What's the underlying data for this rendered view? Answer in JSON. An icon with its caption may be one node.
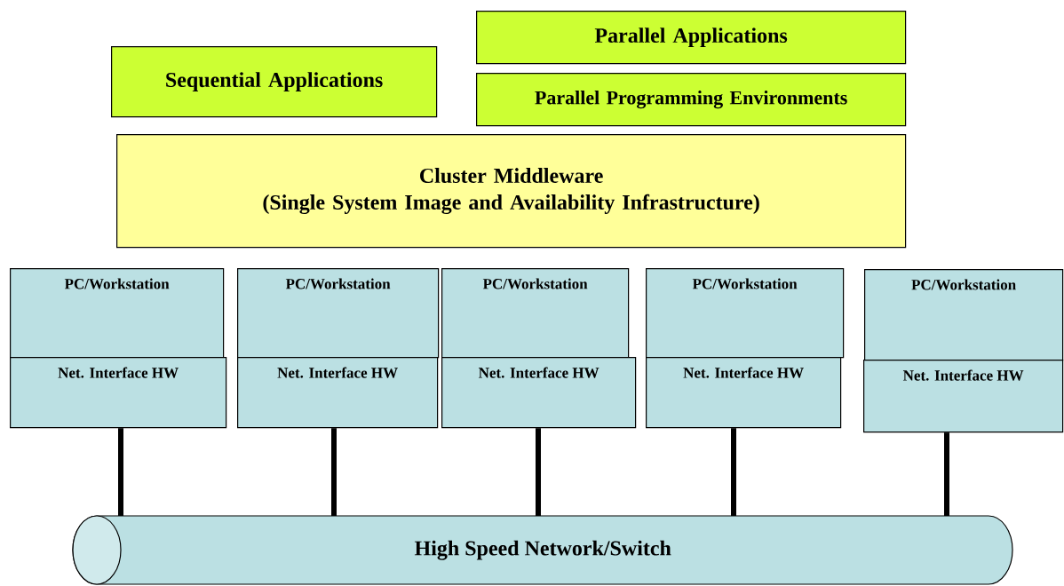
{
  "diagram": {
    "nodes": [
      {
        "text": [
          "Sequential Applications"
        ]
      },
      {
        "text": [
          "Parallel Applications"
        ]
      },
      {
        "text": [
          "Parallel Programming Environments"
        ]
      },
      {
        "text": [
          "Cluster Middleware",
          "(Single System Image and Availability Infrastructure)"
        ]
      },
      {
        "text": [
          "PC/Workstation"
        ]
      },
      {
        "text": [
          "Net. Interface HW"
        ]
      },
      {
        "text": [
          "PC/Workstation"
        ]
      },
      {
        "text": [
          "Net. Interface HW"
        ]
      },
      {
        "text": [
          "PC/Workstation"
        ]
      },
      {
        "text": [
          "Net. Interface HW"
        ]
      },
      {
        "text": [
          "PC/Workstation"
        ]
      },
      {
        "text": [
          "Net. Interface HW"
        ]
      },
      {
        "text": [
          "PC/Workstation"
        ]
      },
      {
        "text": [
          "Net. Interface HW"
        ]
      },
      {
        "text": [
          "High Speed Network/Switch"
        ]
      }
    ],
    "edges": [
      {
        "from": 5,
        "to": 14,
        "arrow": "none"
      },
      {
        "from": 7,
        "to": 14,
        "arrow": "none"
      },
      {
        "from": 9,
        "to": 14,
        "arrow": "none"
      },
      {
        "from": 11,
        "to": 14,
        "arrow": "none"
      },
      {
        "from": 13,
        "to": 14,
        "arrow": "none"
      }
    ]
  }
}
